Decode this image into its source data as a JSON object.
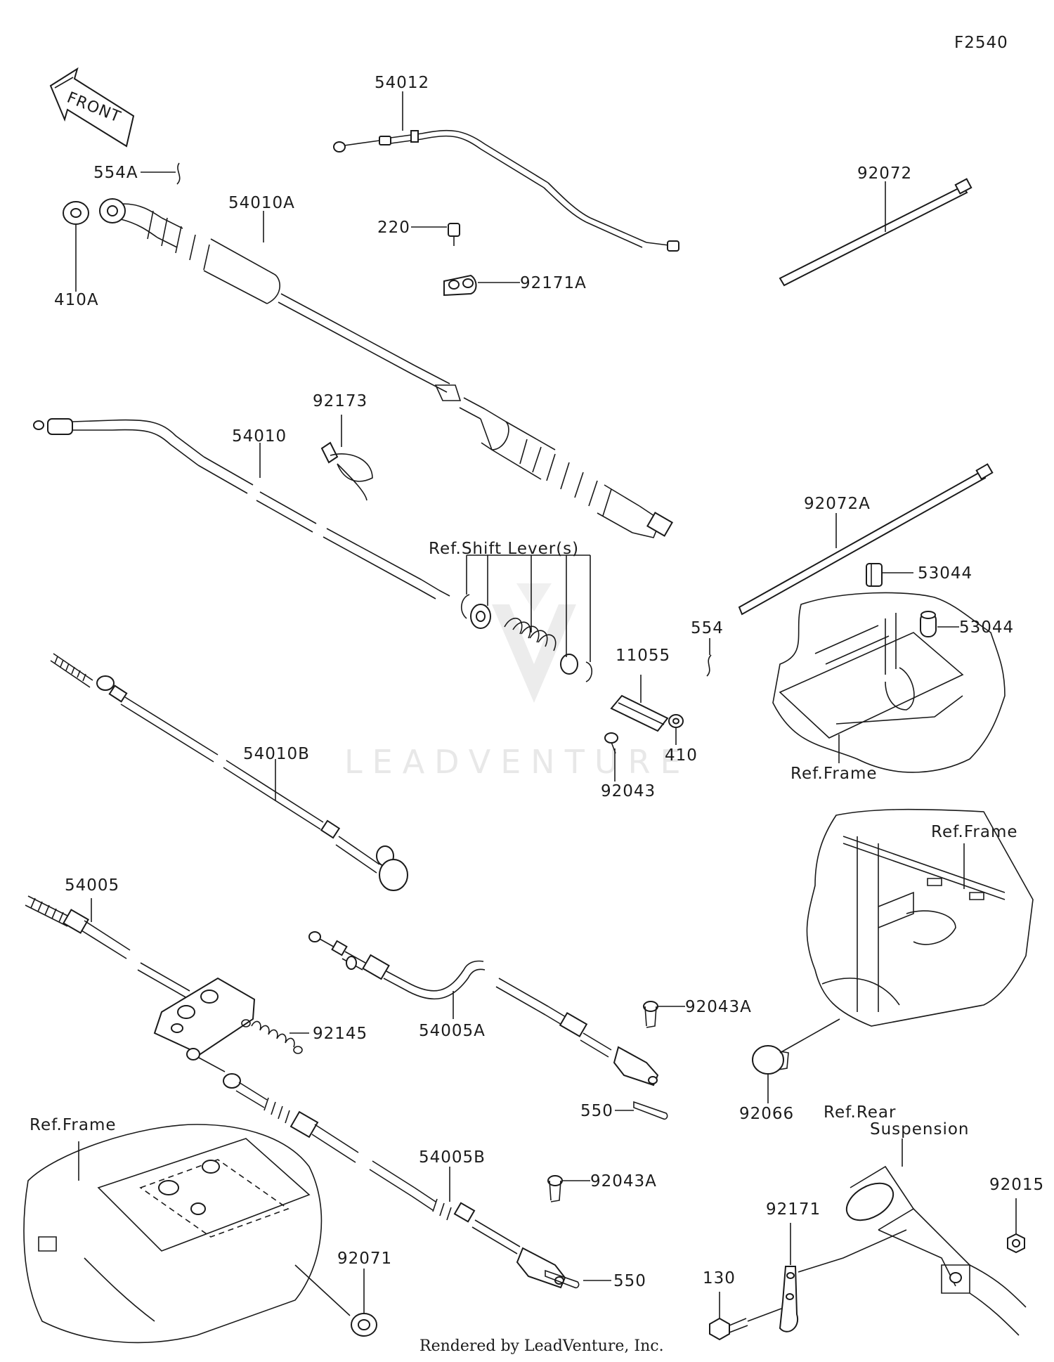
{
  "figure_code": "F2540",
  "front_arrow": "FRONT",
  "watermark": "LEADVENTURE",
  "footer": "Rendered by LeadVenture, Inc.",
  "callouts": {
    "c54012": "54012",
    "c554A": "554A",
    "c410A": "410A",
    "c54010A": "54010A",
    "c220": "220",
    "c92171A": "92171A",
    "c92072": "92072",
    "c92173": "92173",
    "c54010": "54010",
    "c92072A": "92072A",
    "c_ref_shift": "Ref.Shift Lever(s)",
    "c53044_a": "53044",
    "c53044_b": "53044",
    "c554": "554",
    "c11055": "11055",
    "c410": "410",
    "c92043": "92043",
    "c54010B": "54010B",
    "c_ref_frame_1": "Ref.Frame",
    "c_ref_frame_2": "Ref.Frame",
    "c54005": "54005",
    "c92145": "92145",
    "c54005A": "54005A",
    "c92043A_a": "92043A",
    "c550_a": "550",
    "c92066": "92066",
    "c_ref_rear_1": "Ref.Rear",
    "c_ref_rear_2": "Suspension",
    "c_ref_frame_3": "Ref.Frame",
    "c54005B": "54005B",
    "c92043A_b": "92043A",
    "c92015": "92015",
    "c92171": "92171",
    "c130": "130",
    "c92071": "92071",
    "c550_b": "550"
  }
}
